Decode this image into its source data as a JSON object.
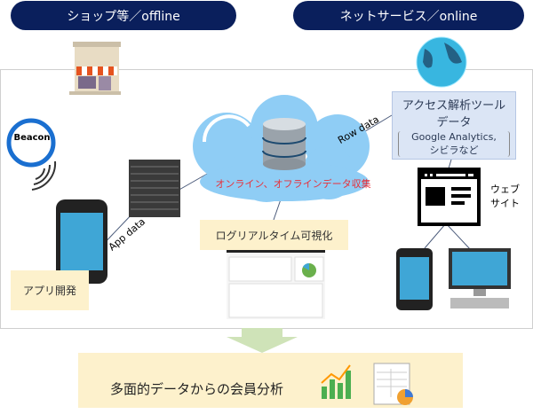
{
  "header": {
    "offline_label": "ショップ等／offline",
    "online_label": "ネットサービス／online"
  },
  "beacon": {
    "label": "Beacon"
  },
  "app_data_label": "App data",
  "row_data_label": "Row data",
  "cloud": {
    "label": "オンライン、オフラインデータ収集"
  },
  "log_box": {
    "label": "ログリアルタイム可視化"
  },
  "app_dev": {
    "label": "アプリ開発"
  },
  "analytics": {
    "title_line1": "アクセス解析ツール",
    "title_line2": "データ",
    "sub_line1": "Google Analytics,",
    "sub_line2": "シビラなど"
  },
  "website": {
    "label_line1": "ウェブ",
    "label_line2": "サイト"
  },
  "result": {
    "label": "多面的データからの会員分析"
  },
  "colors": {
    "navy": "#0a1f5c",
    "cream": "#fdf1cc",
    "cloud": "#8fcdf5",
    "analytics_bg": "#dbe5f5",
    "red_text": "#e8303a",
    "arrow": "#cfe3b8"
  }
}
